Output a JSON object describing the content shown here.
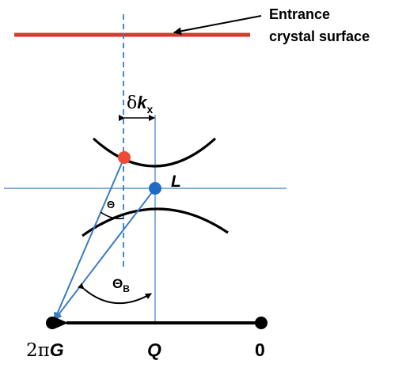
{
  "labels": {
    "entrance_line1": "Entrance",
    "entrance_line2": "crystal surface",
    "delta_symbol": "δ",
    "delta_k": "k",
    "delta_sub": "x",
    "L": "L",
    "theta": "Θ",
    "theta_b": "Θ",
    "theta_b_sub": "B",
    "two_pi": "2π",
    "G": "G",
    "Q": "Q",
    "zero": "0"
  },
  "colors": {
    "surface": "#d63a2f",
    "blue": "#3a7cc0",
    "dashed": "#2f7fc4",
    "red_point": "#ee4a35",
    "blue_point": "#1f6cc4",
    "black": "#000000"
  }
}
